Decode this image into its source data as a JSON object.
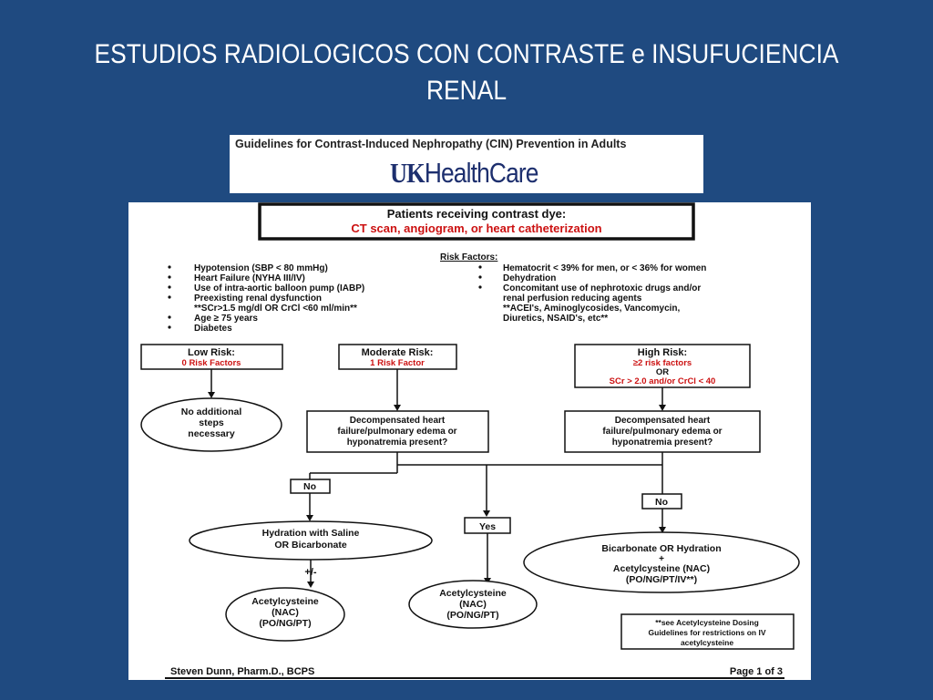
{
  "slide": {
    "title_line1": "ESTUDIOS  RADIOLOGICOS CON CONTRASTE e INSUFUCIENCIA",
    "title_line2": "RENAL"
  },
  "banner": {
    "title": "Guidelines for Contrast-Induced Nephropathy (CIN) Prevention in Adults",
    "logo_uk": "UK",
    "logo_rest": "HealthCare"
  },
  "flowchart": {
    "header_line1": "Patients receiving contrast dye:",
    "header_line2": "CT scan, angiogram, or heart catheterization",
    "risk_factors_title": "Risk Factors:",
    "risk_left": [
      "Hypotension (SBP < 80 mmHg)",
      "Heart Failure (NYHA III/IV)",
      "Use of intra-aortic balloon pump (IABP)",
      "Preexisting renal dysfunction",
      "**SCr>1.5 mg/dl OR CrCl <60 ml/min**",
      "Age ≥ 75 years",
      "Diabetes"
    ],
    "risk_right": [
      "Hematocrit < 39% for men, or < 36% for women",
      "Dehydration",
      "Concomitant use of nephrotoxic drugs and/or",
      "renal perfusion reducing agents",
      "**ACEI's, Aminoglycosides, Vancomycin,",
      "Diuretics, NSAID's, etc**"
    ],
    "low_risk": {
      "title": "Low Risk:",
      "sub": "0 Risk Factors"
    },
    "moderate_risk": {
      "title": "Moderate Risk:",
      "sub": "1 Risk Factor"
    },
    "high_risk": {
      "title": "High Risk:",
      "sub1": "≥2 risk factors",
      "sub2": "OR",
      "sub3": "SCr > 2.0 and/or CrCl < 40"
    },
    "no_additional": [
      "No additional",
      "steps",
      "necessary"
    ],
    "decompensated": [
      "Decompensated heart",
      "failure/pulmonary edema or",
      "hyponatremia present?"
    ],
    "no_label": "No",
    "yes_label": "Yes",
    "hydration_saline": [
      "Hydration with Saline",
      "OR Bicarbonate"
    ],
    "plus_minus": "+/-",
    "acetyl_left": [
      "Acetylcysteine",
      "(NAC)",
      "(PO/NG/PT)"
    ],
    "acetyl_middle": [
      "Acetylcysteine",
      "(NAC)",
      "(PO/NG/PT)"
    ],
    "bicarbonate": [
      "Bicarbonate",
      "OR Hydration",
      "+",
      "Acetylcysteine (NAC)",
      "(PO/NG/PT/IV**)"
    ],
    "footnote": [
      "**see Acetylcysteine Dosing",
      "Guidelines",
      "for restrictions on IV",
      "acetylcysteine"
    ],
    "footer_author": "Steven Dunn, Pharm.D., BCPS",
    "footer_page": "Page 1 of 3"
  }
}
